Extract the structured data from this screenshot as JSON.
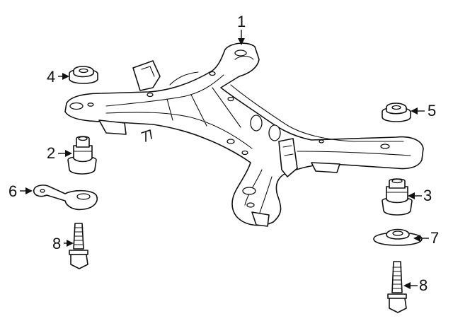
{
  "callouts": [
    {
      "id": "c1",
      "label": "1"
    },
    {
      "id": "c2",
      "label": "2"
    },
    {
      "id": "c3",
      "label": "3"
    },
    {
      "id": "c4",
      "label": "4"
    },
    {
      "id": "c5",
      "label": "5"
    },
    {
      "id": "c6",
      "label": "6"
    },
    {
      "id": "c7",
      "label": "7"
    },
    {
      "id": "c8a",
      "label": "8"
    },
    {
      "id": "c8b",
      "label": "8"
    }
  ],
  "colors": {
    "line": "#111111",
    "background": "#ffffff"
  }
}
